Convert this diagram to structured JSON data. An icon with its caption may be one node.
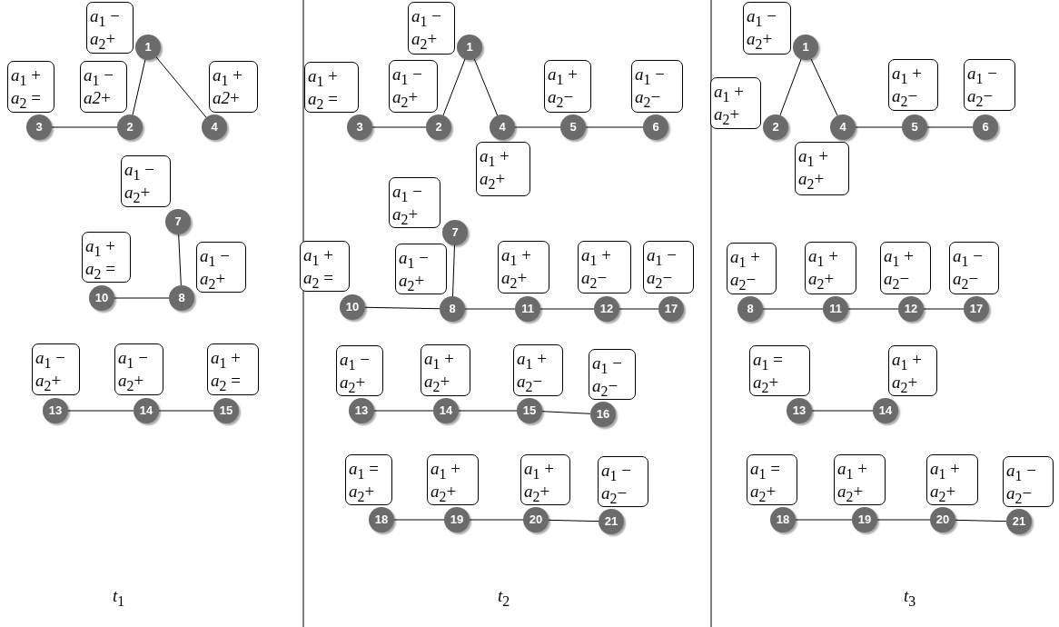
{
  "diagram": {
    "nodes": [
      {
        "text": [
          "*a*$_{1}$ −",
          "*a*$_{2}$+"
        ]
      },
      {
        "text": [
          "1"
        ]
      },
      {
        "text": [
          "*a*$_{1}$ −",
          "*a2*+"
        ]
      },
      {
        "text": [
          "2"
        ]
      },
      {
        "text": [
          "*a*$_{1}$ +",
          "*a*$_{2}$ ="
        ]
      },
      {
        "text": [
          "3"
        ]
      },
      {
        "text": [
          "*a*$_{1}$ +",
          "*a2*+"
        ]
      },
      {
        "text": [
          "4"
        ]
      },
      {
        "text": [
          "*a*$_{1}$ −",
          "*a*$_{2}$+"
        ]
      },
      {
        "text": [
          "7"
        ]
      },
      {
        "text": [
          "*a*$_{1}$ −",
          "*a*$_{2}$+"
        ]
      },
      {
        "text": [
          "8"
        ]
      },
      {
        "text": [
          "*a*$_{1}$ +",
          "*a*$_{2}$ ="
        ]
      },
      {
        "text": [
          "10"
        ]
      },
      {
        "text": [
          "*a*$_{1}$ −",
          "*a*$_{2}$+"
        ]
      },
      {
        "text": [
          "13"
        ]
      },
      {
        "text": [
          "*a*$_{1}$ −",
          "*a*$_{2}$+"
        ]
      },
      {
        "text": [
          "14"
        ]
      },
      {
        "text": [
          "*a*$_{1}$ +",
          "*a*$_{2}$ ="
        ]
      },
      {
        "text": [
          "15"
        ]
      },
      {
        "text": [
          "*a*$_{1}$ −",
          "*a*$_{2}$+"
        ]
      },
      {
        "text": [
          "1"
        ]
      },
      {
        "text": [
          "*a*$_{1}$ −",
          "*a*$_{2}$+"
        ]
      },
      {
        "text": [
          "2"
        ]
      },
      {
        "text": [
          "*a*$_{1}$ +",
          "*a*$_{2}$ ="
        ]
      },
      {
        "text": [
          "3"
        ]
      },
      {
        "text": [
          "*a*$_{1}$ +",
          "*a*$_{2}$+"
        ]
      },
      {
        "text": [
          "4"
        ]
      },
      {
        "text": [
          "*a*$_{1}$ +",
          "*a*$_{2}$−"
        ]
      },
      {
        "text": [
          "5"
        ]
      },
      {
        "text": [
          "*a*$_{1}$ −",
          "*a*$_{2}$−"
        ]
      },
      {
        "text": [
          "6"
        ]
      },
      {
        "text": [
          "*a*$_{1}$ −",
          "*a*$_{2}$+"
        ]
      },
      {
        "text": [
          "7"
        ]
      },
      {
        "text": [
          "*a*$_{1}$ −",
          "*a*$_{2}$+"
        ]
      },
      {
        "text": [
          "8"
        ]
      },
      {
        "text": [
          "*a*$_{1}$ +",
          "*a*$_{2}$ ="
        ]
      },
      {
        "text": [
          "10"
        ]
      },
      {
        "text": [
          "*a*$_{1}$ +",
          "*a*$_{2}$+"
        ]
      },
      {
        "text": [
          "11"
        ]
      },
      {
        "text": [
          "*a*$_{1}$ +",
          "*a*$_{2}$−"
        ]
      },
      {
        "text": [
          "12"
        ]
      },
      {
        "text": [
          "*a*$_{1}$ −",
          "*a*$_{2}$−"
        ]
      },
      {
        "text": [
          "17"
        ]
      },
      {
        "text": [
          "*a*$_{1}$ −",
          "*a*$_{2}$+"
        ]
      },
      {
        "text": [
          "13"
        ]
      },
      {
        "text": [
          "*a*$_{1}$ +",
          "*a*$_{2}$+"
        ]
      },
      {
        "text": [
          "14"
        ]
      },
      {
        "text": [
          "*a*$_{1}$ +",
          "*a*$_{2}$−"
        ]
      },
      {
        "text": [
          "15"
        ]
      },
      {
        "text": [
          "*a*$_{1}$ −",
          "*a*$_{2}$−"
        ]
      },
      {
        "text": [
          "16"
        ]
      },
      {
        "text": [
          "*a*$_{1}$ =",
          "*a*$_{2}$+"
        ]
      },
      {
        "text": [
          "18"
        ]
      },
      {
        "text": [
          "*a*$_{1}$ +",
          "*a*$_{2}$+"
        ]
      },
      {
        "text": [
          "19"
        ]
      },
      {
        "text": [
          "*a*$_{1}$ +",
          "*a*$_{2}$+"
        ]
      },
      {
        "text": [
          "20"
        ]
      },
      {
        "text": [
          "*a*$_{1}$ −",
          "*a*$_{2}$−"
        ]
      },
      {
        "text": [
          "21"
        ]
      },
      {
        "text": [
          "*a*$_{1}$ −",
          "*a*$_{2}$+"
        ]
      },
      {
        "text": [
          "1"
        ]
      },
      {
        "text": [
          "*a*$_{1}$ +",
          "*a*$_{2}$+"
        ]
      },
      {
        "text": [
          "2"
        ]
      },
      {
        "text": [
          "*a*$_{1}$ +",
          "*a*$_{2}$+"
        ]
      },
      {
        "text": [
          "4"
        ]
      },
      {
        "text": [
          "*a*$_{1}$ +",
          "*a*$_{2}$−"
        ]
      },
      {
        "text": [
          "5"
        ]
      },
      {
        "text": [
          "*a*$_{1}$ −",
          "*a*$_{2}$−"
        ]
      },
      {
        "text": [
          "6"
        ]
      },
      {
        "text": [
          "*a*$_{1}$ +",
          "*a*$_{2}$−"
        ]
      },
      {
        "text": [
          "8"
        ]
      },
      {
        "text": [
          "*a*$_{1}$ +",
          "*a*$_{2}$+"
        ]
      },
      {
        "text": [
          "11"
        ]
      },
      {
        "text": [
          "*a*$_{1}$ +",
          "*a*$_{2}$−"
        ]
      },
      {
        "text": [
          "12"
        ]
      },
      {
        "text": [
          "*a*$_{1}$ −",
          "*a*$_{2}$−"
        ]
      },
      {
        "text": [
          "17"
        ]
      },
      {
        "text": [
          "*a*$_{1}$ =",
          "*a*$_{2}$+"
        ]
      },
      {
        "text": [
          "13"
        ]
      },
      {
        "text": [
          "*a*$_{1}$ +",
          "*a*$_{2}$+"
        ]
      },
      {
        "text": [
          "14"
        ]
      },
      {
        "text": [
          "*a*$_{1}$ =",
          "*a*$_{2}$+"
        ]
      },
      {
        "text": [
          "18"
        ]
      },
      {
        "text": [
          "*a*$_{1}$ +",
          "*a*$_{2}$+"
        ]
      },
      {
        "text": [
          "19"
        ]
      },
      {
        "text": [
          "*a*$_{1}$ +",
          "*a*$_{2}$+"
        ]
      },
      {
        "text": [
          "20"
        ]
      },
      {
        "text": [
          "*a*$_{1}$ −",
          "*a*$_{2}$−"
        ]
      },
      {
        "text": [
          "21"
        ]
      }
    ],
    "edges": [
      {
        "from": 1,
        "to": 3,
        "arrow": "none"
      },
      {
        "from": 1,
        "to": 7,
        "arrow": "none"
      },
      {
        "from": 5,
        "to": 3,
        "arrow": "none"
      },
      {
        "from": 9,
        "to": 11,
        "arrow": "none"
      },
      {
        "from": 13,
        "to": 11,
        "arrow": "none"
      },
      {
        "from": 15,
        "to": 17,
        "arrow": "none"
      },
      {
        "from": 17,
        "to": 19,
        "arrow": "none"
      },
      {
        "from": 21,
        "to": 23,
        "arrow": "none"
      },
      {
        "from": 21,
        "to": 27,
        "arrow": "none"
      },
      {
        "from": 25,
        "to": 23,
        "arrow": "none"
      },
      {
        "from": 27,
        "to": 29,
        "arrow": "none"
      },
      {
        "from": 29,
        "to": 31,
        "arrow": "none"
      },
      {
        "from": 33,
        "to": 35,
        "arrow": "none"
      },
      {
        "from": 37,
        "to": 35,
        "arrow": "none"
      },
      {
        "from": 35,
        "to": 39,
        "arrow": "none"
      },
      {
        "from": 39,
        "to": 41,
        "arrow": "none"
      },
      {
        "from": 41,
        "to": 43,
        "arrow": "none"
      },
      {
        "from": 45,
        "to": 47,
        "arrow": "none"
      },
      {
        "from": 47,
        "to": 49,
        "arrow": "none"
      },
      {
        "from": 49,
        "to": 51,
        "arrow": "none"
      },
      {
        "from": 53,
        "to": 55,
        "arrow": "none"
      },
      {
        "from": 55,
        "to": 57,
        "arrow": "none"
      },
      {
        "from": 57,
        "to": 59,
        "arrow": "none"
      },
      {
        "from": 61,
        "to": 63,
        "arrow": "none"
      },
      {
        "from": 61,
        "to": 65,
        "arrow": "none"
      },
      {
        "from": 65,
        "to": 67,
        "arrow": "none"
      },
      {
        "from": 67,
        "to": 69,
        "arrow": "none"
      },
      {
        "from": 71,
        "to": 73,
        "arrow": "none"
      },
      {
        "from": 73,
        "to": 75,
        "arrow": "none"
      },
      {
        "from": 75,
        "to": 77,
        "arrow": "none"
      },
      {
        "from": 79,
        "to": 81,
        "arrow": "none"
      },
      {
        "from": 83,
        "to": 85,
        "arrow": "none"
      },
      {
        "from": 85,
        "to": 87,
        "arrow": "none"
      },
      {
        "from": 87,
        "to": 89,
        "arrow": "none"
      }
    ],
    "labels": [
      "*t*$_{1}$",
      "*t*$_{2}$",
      "*t*$_{3}$"
    ]
  }
}
